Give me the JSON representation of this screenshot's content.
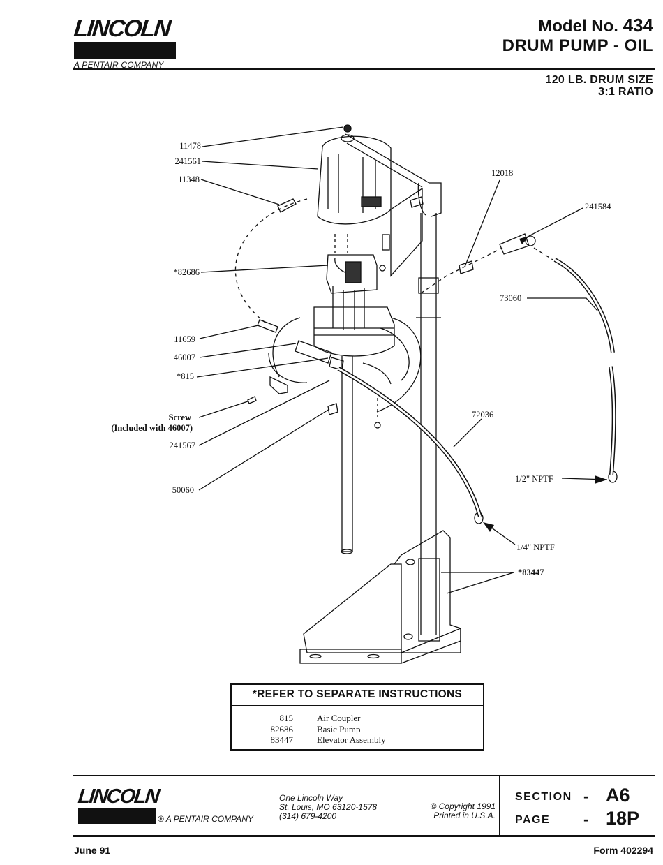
{
  "header": {
    "logo_text": "LINCOLN",
    "logo_tagline": "A PENTAIR COMPANY",
    "model_label": "Model No.",
    "model_number": "434",
    "product_title": "DRUM PUMP - OIL",
    "drum_size": "120 LB. DRUM SIZE",
    "ratio": "3:1 RATIO"
  },
  "callouts": {
    "c11478": "11478",
    "c241561": "241561",
    "c11348": "11348",
    "c82686": "*82686",
    "c11659": "11659",
    "c46007": "46007",
    "c815": "*815",
    "screw": "Screw",
    "screw_note": "(Included with 46007)",
    "c241567": "241567",
    "c50060": "50060",
    "c12018": "12018",
    "c241584": "241584",
    "c73060": "73060",
    "c72036": "72036",
    "nptf_half": "1/2\" NPTF",
    "nptf_quarter": "1/4\" NPTF",
    "c83447": "*83447"
  },
  "instructions": {
    "title": "*REFER TO SEPARATE INSTRUCTIONS",
    "rows": [
      {
        "code": "815",
        "desc": "Air Coupler"
      },
      {
        "code": "82686",
        "desc": "Basic Pump"
      },
      {
        "code": "83447",
        "desc": "Elevator Assembly"
      }
    ]
  },
  "footer": {
    "logo_text": "LINCOLN",
    "logo_tagline": "® A PENTAIR COMPANY",
    "address_line1": "One Lincoln Way",
    "address_line2": "St. Louis, MO 63120-1578",
    "address_line3": "(314) 679-4200",
    "copyright_line1": "© Copyright 1991",
    "copyright_line2": "Printed in U.S.A.",
    "section_label": "SECTION",
    "section_value": "A6",
    "page_label": "PAGE",
    "page_value": "18P",
    "dash": "-",
    "date": "June 91",
    "form": "Form 402294"
  }
}
